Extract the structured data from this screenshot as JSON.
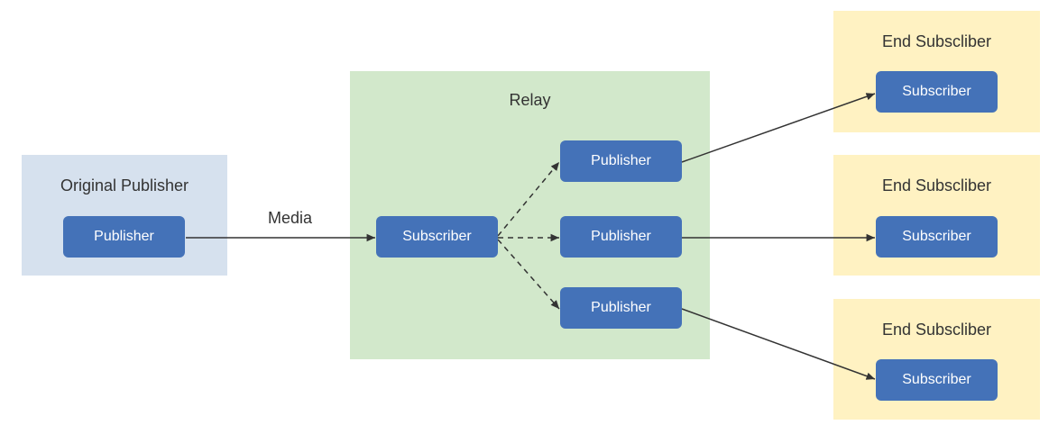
{
  "colors": {
    "publisher_group_bg": "#d6e1ee",
    "relay_group_bg": "#d2e8cb",
    "end_group_bg": "#fff2c2",
    "node_fill": "#4472b8",
    "node_text": "#ffffff",
    "edge": "#333333"
  },
  "groups": {
    "original_publisher": {
      "title": "Original Publisher",
      "node_label": "Publisher"
    },
    "relay": {
      "title": "Relay",
      "subscriber_label": "Subscriber",
      "publishers": [
        "Publisher",
        "Publisher",
        "Publisher"
      ]
    },
    "end_subscribers": [
      {
        "title": "End Subscliber",
        "node_label": "Subscriber"
      },
      {
        "title": "End Subscliber",
        "node_label": "Subscriber"
      },
      {
        "title": "End Subscliber",
        "node_label": "Subscriber"
      }
    ]
  },
  "edges": {
    "media_label": "Media"
  }
}
